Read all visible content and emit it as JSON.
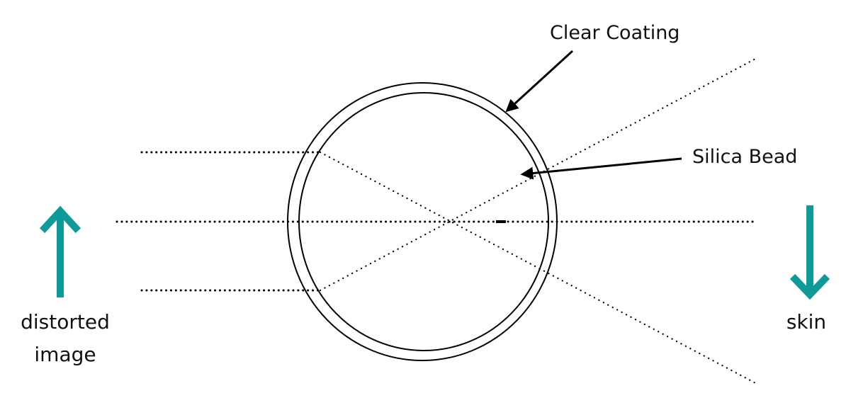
{
  "labels": {
    "clear_coating": "Clear Coating",
    "silica_bead": "Silica Bead",
    "distorted_line1": "distorted",
    "distorted_line2": "image",
    "skin": "skin"
  },
  "icons": {
    "up_arrow": "arrow-up-icon",
    "down_arrow": "arrow-down-icon"
  },
  "colors": {
    "accent": "#0f9a9a",
    "line": "#000000",
    "text": "#111111",
    "background": "#ffffff"
  }
}
